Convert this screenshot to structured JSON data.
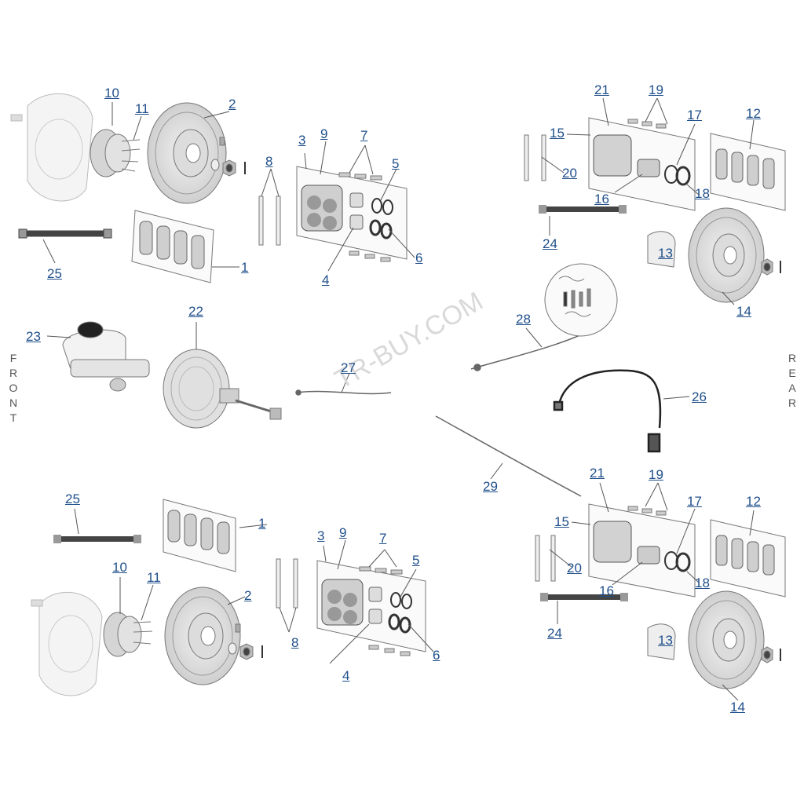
{
  "orientation": {
    "front": "FRONT",
    "rear": "REAR"
  },
  "watermark": "TR-BUY.COM",
  "colors": {
    "callout": "#1f4f8a",
    "line": "#555555",
    "part_fill": "#e6e6e6",
    "part_stroke": "#666666"
  },
  "callouts": {
    "fl": [
      "10",
      "11",
      "2",
      "1",
      "25",
      "8"
    ],
    "fc": [
      "3",
      "9",
      "7",
      "5",
      "6",
      "4"
    ],
    "mid": [
      "23",
      "22",
      "27",
      "28",
      "29",
      "26"
    ],
    "rr": [
      "21",
      "19",
      "17",
      "12",
      "15",
      "20",
      "16",
      "18",
      "24",
      "13",
      "14"
    ],
    "bl": [
      "25",
      "1",
      "10",
      "11",
      "2",
      "8"
    ],
    "bc": [
      "3",
      "9",
      "7",
      "5",
      "6",
      "4"
    ],
    "rb": [
      "21",
      "19",
      "17",
      "12",
      "15",
      "20",
      "16",
      "18",
      "24",
      "13",
      "14"
    ]
  }
}
